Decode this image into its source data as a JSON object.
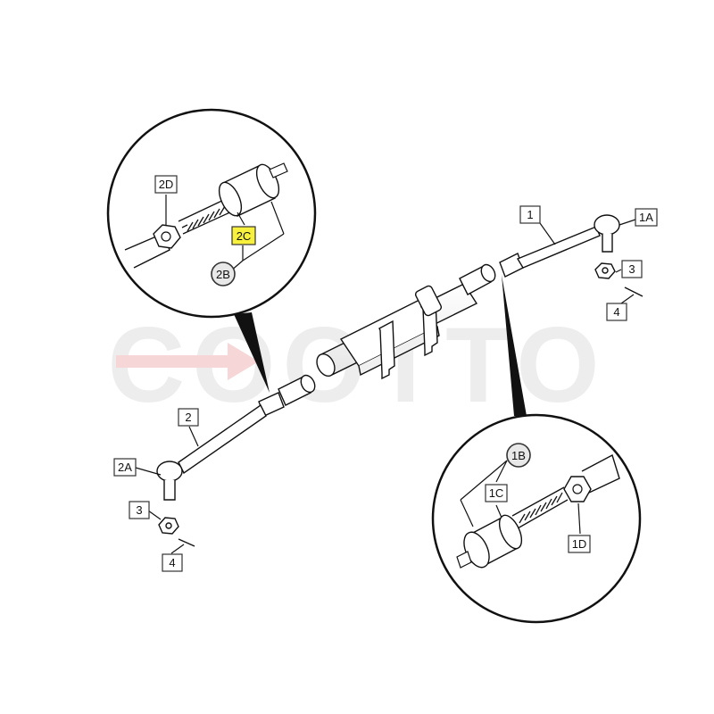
{
  "watermark": {
    "text": "COOTTO",
    "color": "#e9e9e9",
    "arrow_color": "#f3c6c6"
  },
  "highlight_color": "#f7f03c",
  "callouts": {
    "c1": "1",
    "c1a": "1A",
    "c1b": "1B",
    "c1c": "1C",
    "c1d": "1D",
    "c2": "2",
    "c2a": "2A",
    "c2b": "2B",
    "c2c": "2C",
    "c2d": "2D",
    "c3_right": "3",
    "c3_left": "3",
    "c4_right": "4",
    "c4_left": "4"
  }
}
